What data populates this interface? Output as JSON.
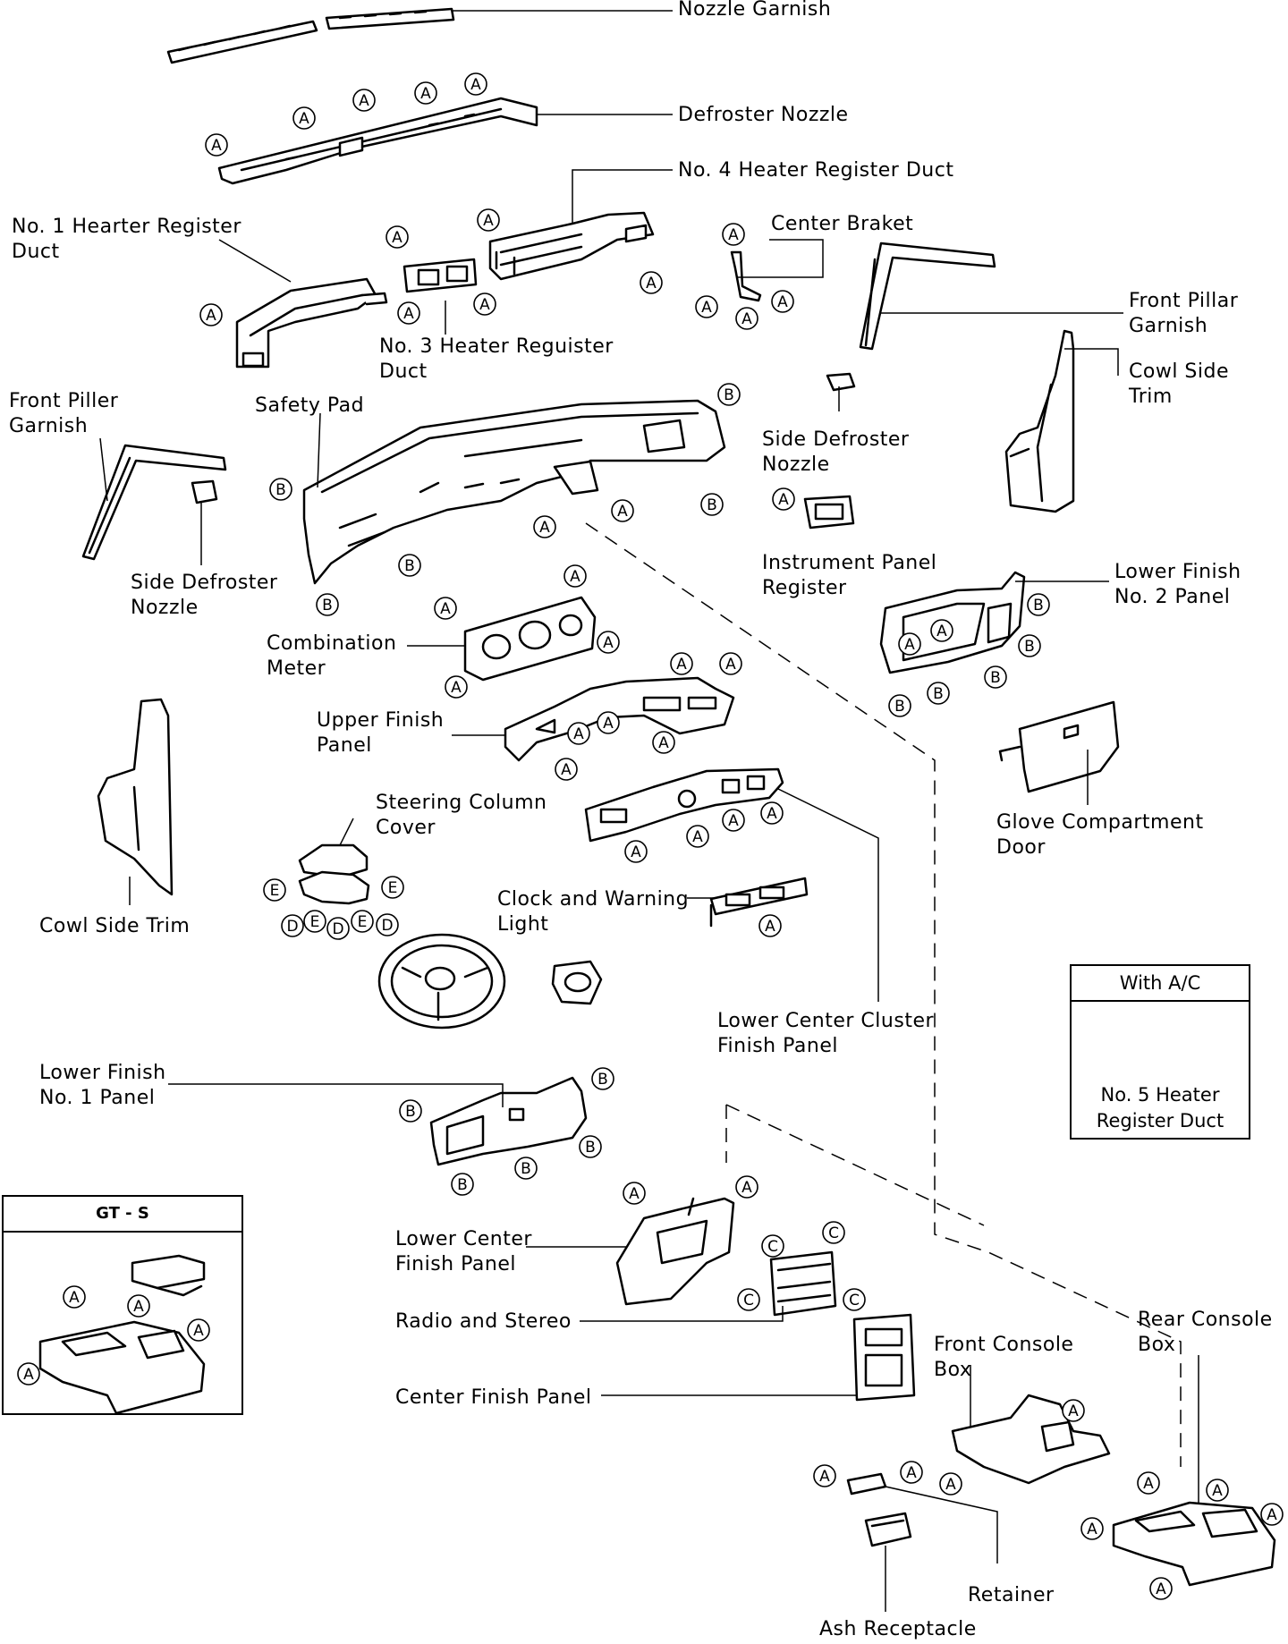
{
  "labels": {
    "nozzle_garnish": "Nozzle Garnish",
    "defroster_nozzle": "Defroster Nozzle",
    "no4_heater_register_duct": "No. 4 Heater Register Duct",
    "no1_heater_register_duct_l1": "No. 1 Hearter Register",
    "no1_heater_register_duct_l2": "Duct",
    "center_bracket": "Center Braket",
    "front_pillar_garnish_r_l1": "Front Pillar",
    "front_pillar_garnish_r_l2": "Garnish",
    "no3_heater_register_duct_l1": "No. 3 Heater Reguister",
    "no3_heater_register_duct_l2": "Duct",
    "cowl_side_trim_r_l1": "Cowl Side",
    "cowl_side_trim_r_l2": "Trim",
    "front_pillar_garnish_l_l1": "Front Piller",
    "front_pillar_garnish_l_l2": "Garnish",
    "safety_pad": "Safety Pad",
    "side_defroster_nozzle_r_l1": "Side Defroster",
    "side_defroster_nozzle_r_l2": "Nozzle",
    "side_defroster_nozzle_l_l1": "Side Defroster",
    "side_defroster_nozzle_l_l2": "Nozzle",
    "instrument_panel_register_l1": "Instrument Panel",
    "instrument_panel_register_l2": "Register",
    "lower_finish_no2_l1": "Lower Finish",
    "lower_finish_no2_l2": "No. 2 Panel",
    "combination_meter_l1": "Combination",
    "combination_meter_l2": "Meter",
    "upper_finish_panel_l1": "Upper Finish",
    "upper_finish_panel_l2": "Panel",
    "cowl_side_trim_l": "Cowl Side Trim",
    "steering_column_cover_l1": "Steering Column",
    "steering_column_cover_l2": "Cover",
    "glove_compartment_door_l1": "Glove Compartment",
    "glove_compartment_door_l2": "Door",
    "clock_warning_light_l1": "Clock and Warning",
    "clock_warning_light_l2": "Light",
    "lower_center_cluster_l1": "Lower Center Cluster",
    "lower_center_cluster_l2": "Finish Panel",
    "lower_finish_no1_l1": "Lower Finish",
    "lower_finish_no1_l2": "No. 1 Panel",
    "lower_center_finish_l1": "Lower Center",
    "lower_center_finish_l2": "Finish Panel",
    "radio_stereo": "Radio and Stereo",
    "center_finish_panel": "Center Finish Panel",
    "front_console_box_l1": "Front Console",
    "front_console_box_l2": "Box",
    "rear_console_box_l1": "Rear Console",
    "rear_console_box_l2": "Box",
    "retainer": "Retainer",
    "ash_receptacle": "Ash Receptacle"
  },
  "inset_ac": {
    "title": "With A/C",
    "caption_l1": "No. 5 Heater",
    "caption_l2": "Register Duct"
  },
  "inset_gts": {
    "title": "GT - S"
  }
}
